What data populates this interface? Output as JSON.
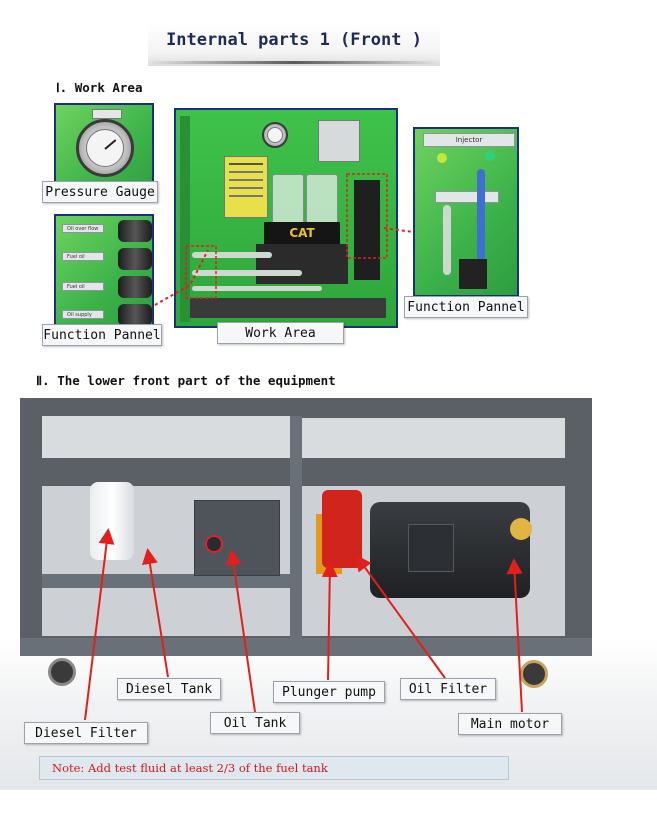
{
  "title": "Internal parts  1 (Front )",
  "sections": {
    "work_area_heading": "Ⅰ. Work Area",
    "lower_heading": "Ⅱ. The lower front part of the equipment"
  },
  "labels": {
    "pressure_gauge": "Pressure Gauge",
    "function_pannel_left": "Function Pannel",
    "work_area": "Work Area",
    "function_pannel_right": "Function Pannel",
    "injector_tag": "Injector",
    "brand": "CAT",
    "diesel_tank": "Diesel Tank",
    "plunger_pump": "Plunger pump",
    "oil_filter": "Oil Filter",
    "diesel_filter": "Diesel Filter",
    "oil_tank": "Oil Tank",
    "main_motor": "Main motor"
  },
  "panel_tags": [
    "Oil over flow",
    "Fuel oil Recovery",
    "Fuel oil Supply",
    "Oil supply"
  ],
  "note": "Note: Add test fluid at least 2/3 of the fuel tank",
  "colors": {
    "panel_green": "#2fae3c",
    "panel_border": "#1b2f7a",
    "arrow_red": "#e0201c",
    "note_red": "#d11a1a",
    "machine_grey": "#5b6066"
  }
}
